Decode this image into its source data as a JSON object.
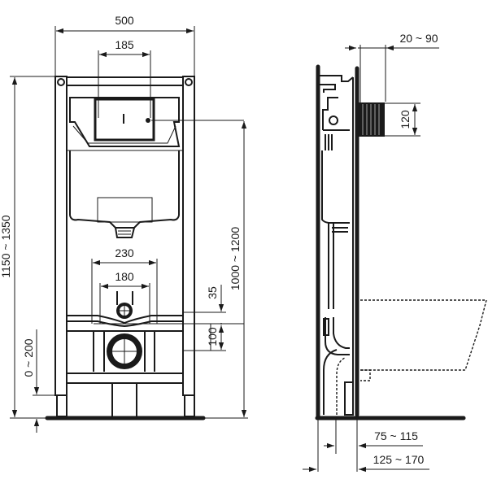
{
  "drawing": {
    "type": "technical-dimension-drawing",
    "subject": "wall-hung toilet installation frame",
    "views": [
      "front-view",
      "side-view"
    ],
    "line_color": "#1a1a1a",
    "background": "#ffffff"
  },
  "front_view": {
    "dimensions": {
      "frame_width": "500",
      "flush_plate_width": "185",
      "waste_outer_width": "230",
      "waste_inner_width": "180",
      "frame_height": "1150 ~ 1350",
      "foot_adjust": "0 ~ 200",
      "flush_height": "1000 ~ 1200",
      "inlet_offset": "35",
      "waste_spacing": "100"
    }
  },
  "side_view": {
    "dimensions": {
      "wall_depth": "20 ~ 90",
      "flush_port_height": "120",
      "waste_depth": "75 ~ 115",
      "frame_depth": "125 ~ 170"
    }
  }
}
